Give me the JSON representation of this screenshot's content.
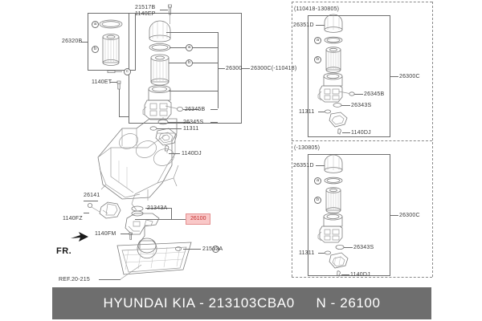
{
  "footer": {
    "brand": "HYUNDAI  KIA",
    "separator1": "-",
    "part_number": "213103CBA0",
    "ref_prefix": "N",
    "separator2": "-",
    "ref_number": "26100"
  },
  "highlight": {
    "label": "26100",
    "color": "#c32a2a",
    "background": "#f9c8c8"
  },
  "main_panel": {
    "kit_box_label": "26320B",
    "kit_items": [
      {
        "marker": "a",
        "desc": "o-ring"
      },
      {
        "marker": "b",
        "desc": "filter-element"
      },
      {
        "marker": "c",
        "desc": "drain-plug"
      }
    ],
    "callouts": [
      {
        "id": "c-21517b",
        "label": "21517B"
      },
      {
        "id": "c-1140ep",
        "label": "1140EP"
      },
      {
        "id": "c-1140et",
        "label": "1140ET"
      },
      {
        "id": "c-26300",
        "label": "26300"
      },
      {
        "id": "c-26300c",
        "label": "26300C(-110418)"
      },
      {
        "id": "c-26345b",
        "label": "26345B"
      },
      {
        "id": "c-26345s",
        "label": "26345S"
      },
      {
        "id": "c-11311",
        "label": "11311"
      },
      {
        "id": "c-1140dj",
        "label": "1140DJ"
      },
      {
        "id": "c-26141",
        "label": "26141"
      },
      {
        "id": "c-1140fz",
        "label": "1140FZ"
      },
      {
        "id": "c-21343a",
        "label": "21343A"
      },
      {
        "id": "c-1140fm",
        "label": "1140FM"
      },
      {
        "id": "c-21513a",
        "label": "21513A"
      },
      {
        "id": "c-21513a-marker",
        "label": "c"
      },
      {
        "id": "c-a-marker",
        "label": "a"
      },
      {
        "id": "c-b-marker",
        "label": "b"
      }
    ],
    "reference_note": "REF.20-215",
    "orientation_marker": "FR."
  },
  "variant_panels": [
    {
      "date_range": "(110418-130805)",
      "assembly_label": "26300C",
      "callouts": [
        {
          "id": "v1-26351d",
          "label": "26351D"
        },
        {
          "id": "v1-a",
          "label": "a"
        },
        {
          "id": "v1-b",
          "label": "b"
        },
        {
          "id": "v1-26345b",
          "label": "26345B"
        },
        {
          "id": "v1-26343s",
          "label": "26343S"
        },
        {
          "id": "v1-11311",
          "label": "11311"
        },
        {
          "id": "v1-1140dj",
          "label": "1140DJ"
        }
      ]
    },
    {
      "date_range": "(-130805)",
      "assembly_label": "26300C",
      "callouts": [
        {
          "id": "v2-26351d",
          "label": "26351D"
        },
        {
          "id": "v2-a",
          "label": "a"
        },
        {
          "id": "v2-b",
          "label": "b"
        },
        {
          "id": "v2-26343s",
          "label": "26343S"
        },
        {
          "id": "v2-11311",
          "label": "11311"
        },
        {
          "id": "v2-1140dj",
          "label": "1140DJ"
        }
      ]
    }
  ]
}
